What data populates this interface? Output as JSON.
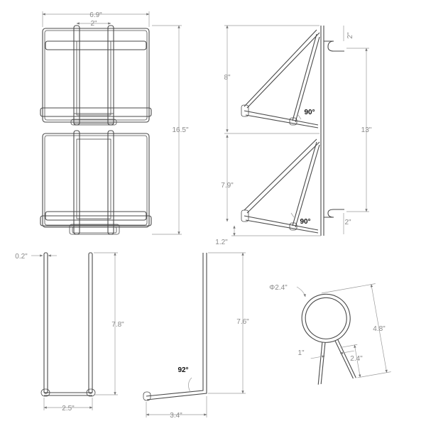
{
  "front_view": {
    "width_label": "6.9\"",
    "spacing_label": "2\"",
    "height_label": "16.5\""
  },
  "side_view": {
    "top_hook_label": "2\"",
    "upper_height_label": "8\"",
    "hook_span_label": "13\"",
    "upper_angle_label": "90°",
    "lower_height_label": "7.9\"",
    "lower_angle_label": "90°",
    "bottom_hook_label": "2\"",
    "bottom_offset_label": "1.2\""
  },
  "rod_detail": {
    "diameter_label": "0.2\"",
    "height_label": "7.8\"",
    "width_label": "2.5\""
  },
  "bent_rod_detail": {
    "height_label": "7.6\"",
    "angle_label": "92°",
    "length_label": "3.4\""
  },
  "ring_detail": {
    "diameter_label": "Φ2.4\"",
    "total_height_label": "4.8\"",
    "leg_spacing_label": "1\"",
    "leg_height_label": "2.4\""
  },
  "colors": {
    "line": "#4a4a4a",
    "dimension": "#8a8a8a",
    "angle_text": "#111111"
  }
}
